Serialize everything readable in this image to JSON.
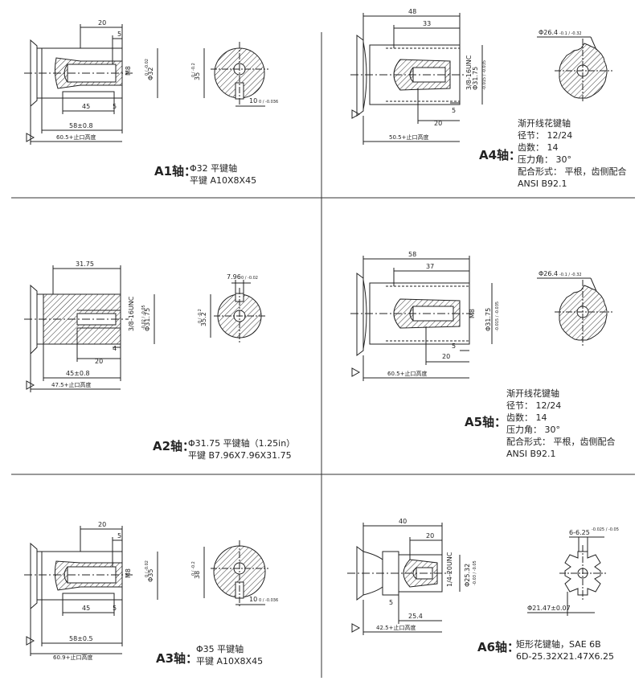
{
  "panels": {
    "a1": {
      "label": "A1轴：",
      "desc": [
        "Φ32 平键轴",
        "平键 A10X8X45"
      ],
      "dims": {
        "d20": "20",
        "d5a": "5",
        "m8": "M8",
        "dia": "Φ32",
        "dia_tol": "0 / -0.02",
        "d45": "45",
        "d5b": "5",
        "d58": "58±0.8",
        "d605": "60.5+止口高度",
        "h35": "35",
        "h35_tol": "0 / -0.2",
        "key": "10",
        "key_tol": "0 / -0.036"
      }
    },
    "a2": {
      "label": "A2轴：",
      "desc": [
        "Φ31.75 平键轴（1.25in）",
        "平键 B7.96X7.96X31.75"
      ],
      "dims": {
        "d3175": "31.75",
        "thread": "3/8-16UNC",
        "dia": "Φ31.75",
        "dia_tol": "-0.02 / -0.05",
        "d20": "20",
        "d4": "4",
        "d45": "45±0.8",
        "d475": "47.5+止口高度",
        "key": "7.96",
        "key_tol": "0 / -0.02",
        "h35": "35.2",
        "h35_tol": "0 / -0.2"
      }
    },
    "a3": {
      "label": "A3轴：",
      "desc": [
        "Φ35 平键轴",
        "平键 A10X8X45"
      ],
      "dims": {
        "d20": "20",
        "d5a": "5",
        "m8": "M8",
        "dia": "Φ35",
        "dia_tol": "0 / -0.02",
        "d45": "45",
        "d5b": "5",
        "d58": "58±0.5",
        "d609": "60.9+止口高度",
        "h38": "38",
        "h38_tol": "0 / -0.2",
        "key": "10",
        "key_tol": "0 / -0.036"
      }
    },
    "a4": {
      "label": "A4轴：",
      "desc": [
        "渐开线花键轴",
        "径节：  12/24",
        "齿数：  14",
        "压力角：  30°",
        "配合形式：  平根，齿侧配合",
        "ANSI B92.1"
      ],
      "dims": {
        "d48": "48",
        "d33": "33",
        "thread": "3/8-16UNC",
        "dia": "Φ31.75",
        "dia_tol": "-0.015 / -0.035",
        "d5": "5",
        "d20": "20",
        "d505": "50.5+止口高度",
        "spline": "Φ26.4",
        "spline_tol": "-0.1 / -0.32"
      }
    },
    "a5": {
      "label": "A5轴：",
      "desc": [
        "渐开线花键轴",
        "径节：  12/24",
        "齿数：  14",
        "压力角：  30°",
        "配合形式：  平根，齿侧配合",
        "ANSI B92.1"
      ],
      "dims": {
        "d58": "58",
        "d37": "37",
        "m8": "M8",
        "dia": "Φ31.75",
        "dia_tol": "-0.015 / -0.035",
        "d5": "5",
        "d20": "20",
        "d605": "60.5+止口高度",
        "spline": "Φ26.4",
        "spline_tol": "-0.1 / -0.32"
      }
    },
    "a6": {
      "label": "A6轴：",
      "desc": [
        "矩形花键轴，SAE 6B",
        "6D-25.32X21.47X6.25"
      ],
      "dims": {
        "d40": "40",
        "d20": "20",
        "thread": "1/4-20UNC",
        "dia": "Φ25.32",
        "dia_tol": "-0.03 / -0.05",
        "d5": "5",
        "d254": "25.4",
        "d425": "42.5+止口高度",
        "key": "6-6.25",
        "key_tol": "-0.025 / -0.05",
        "minor": "Φ21.47±0.07"
      }
    }
  }
}
